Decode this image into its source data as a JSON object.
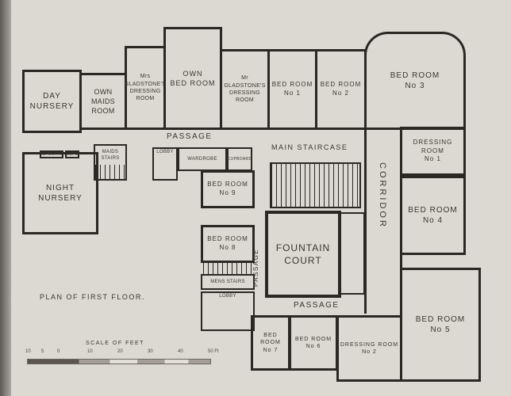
{
  "title": "PLAN OF FIRST FLOOR.",
  "rooms": {
    "day_nursery": [
      "DAY",
      "NURSERY"
    ],
    "own_maids_room": [
      "OWN",
      "MAIDS",
      "ROOM"
    ],
    "mrs_gladstone_dressing": [
      "Mrs",
      "GLADSTONE'S",
      "DRESSING",
      "ROOM"
    ],
    "own_bed_room": [
      "OWN",
      "BED ROOM"
    ],
    "mr_gladstone_dressing": [
      "Mr",
      "GLADSTONE'S",
      "DRESSING",
      "ROOM"
    ],
    "bed_room_1": [
      "BED ROOM",
      "No 1"
    ],
    "bed_room_2": [
      "BED ROOM",
      "No 2"
    ],
    "bed_room_3": [
      "BED ROOM",
      "No 3"
    ],
    "dressing_room_1": [
      "DRESSING ROOM",
      "No 1"
    ],
    "bed_room_4": [
      "BED ROOM",
      "No 4"
    ],
    "bed_room_5": [
      "BED ROOM",
      "No 5"
    ],
    "night_nursery": [
      "NIGHT",
      "NURSERY"
    ],
    "maids_stairs": [
      "MAIDS",
      "STAIRS"
    ],
    "cupboard_left": "CUPBOARD",
    "cupboard_left2": "CUPD",
    "lobby_upper": "LOBBY",
    "wardrobe": "WARDROBE",
    "cupboard_right": "CUPBOARD",
    "bed_room_9": [
      "BED ROOM",
      "No 9"
    ],
    "bed_room_8": [
      "BED ROOM",
      "No 8"
    ],
    "mens_stairs": "MENS STAIRS",
    "lobby_lower": "LOBBY",
    "fountain_court": [
      "FOUNTAIN",
      "COURT"
    ],
    "bed_room_7": [
      "BED ROOM",
      "No 7"
    ],
    "bed_room_6": [
      "BED ROOM",
      "No 6"
    ],
    "dressing_room_2": [
      "DRESSING ROOM",
      "No 2"
    ]
  },
  "circulation": {
    "passage_top": "PASSAGE",
    "main_staircase": "MAIN STAIRCASE",
    "corridor": "CORRIDOR",
    "passage_vertical": "PASSAGE",
    "passage_bottom": "PASSAGE"
  },
  "scale": {
    "label": "SCALE OF FEET",
    "ticks": [
      "10",
      "5",
      "0",
      "10",
      "20",
      "30",
      "40",
      "50 Ft"
    ]
  }
}
